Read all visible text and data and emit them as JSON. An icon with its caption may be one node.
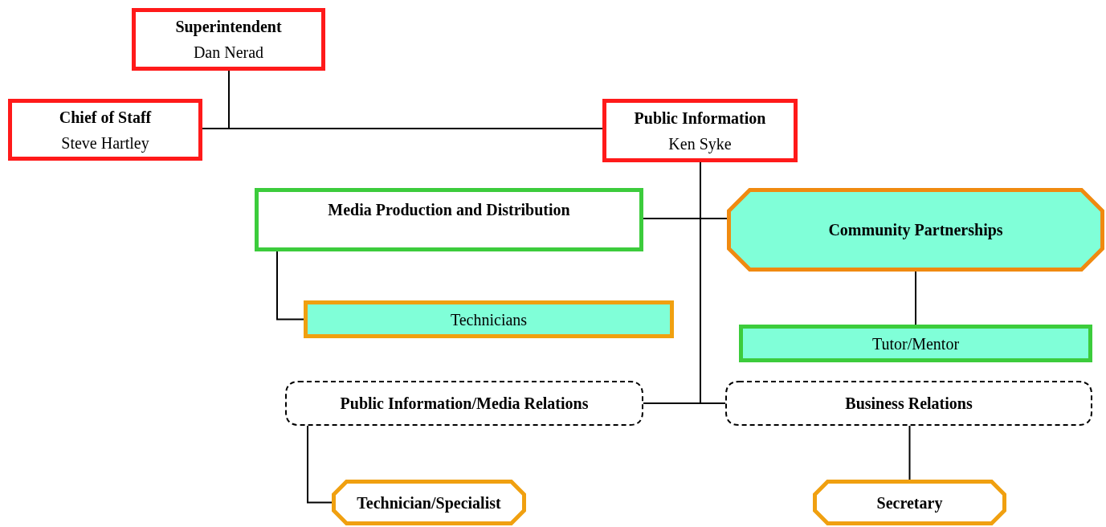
{
  "diagram": {
    "nodes": [
      {
        "text": [
          "Superintendent",
          "Dan Nerad"
        ]
      },
      {
        "text": [
          "Chief of Staff",
          "Steve Hartley"
        ]
      },
      {
        "text": [
          "Public Information",
          "Ken Syke"
        ]
      },
      {
        "text": [
          "Media Production and Distribution"
        ]
      },
      {
        "text": [
          "Community Partnerships"
        ]
      },
      {
        "text": [
          "Technicians"
        ]
      },
      {
        "text": [
          "Tutor/Mentor"
        ]
      },
      {
        "text": [
          "Public Information/Media Relations"
        ]
      },
      {
        "text": [
          "Business Relations"
        ]
      },
      {
        "text": [
          "Technician/Specialist"
        ]
      },
      {
        "text": [
          "Secretary"
        ]
      }
    ],
    "edges": [
      {
        "from": 0,
        "to": 1,
        "arrow": "none"
      },
      {
        "from": 0,
        "to": 2,
        "arrow": "none"
      },
      {
        "from": 2,
        "to": 3,
        "arrow": "none"
      },
      {
        "from": 2,
        "to": 4,
        "arrow": "none"
      },
      {
        "from": 2,
        "to": 7,
        "arrow": "none"
      },
      {
        "from": 2,
        "to": 8,
        "arrow": "none"
      },
      {
        "from": 3,
        "to": 5,
        "arrow": "none"
      },
      {
        "from": 4,
        "to": 6,
        "arrow": "none"
      },
      {
        "from": 7,
        "to": 9,
        "arrow": "none"
      },
      {
        "from": 8,
        "to": 10,
        "arrow": "none"
      }
    ]
  }
}
